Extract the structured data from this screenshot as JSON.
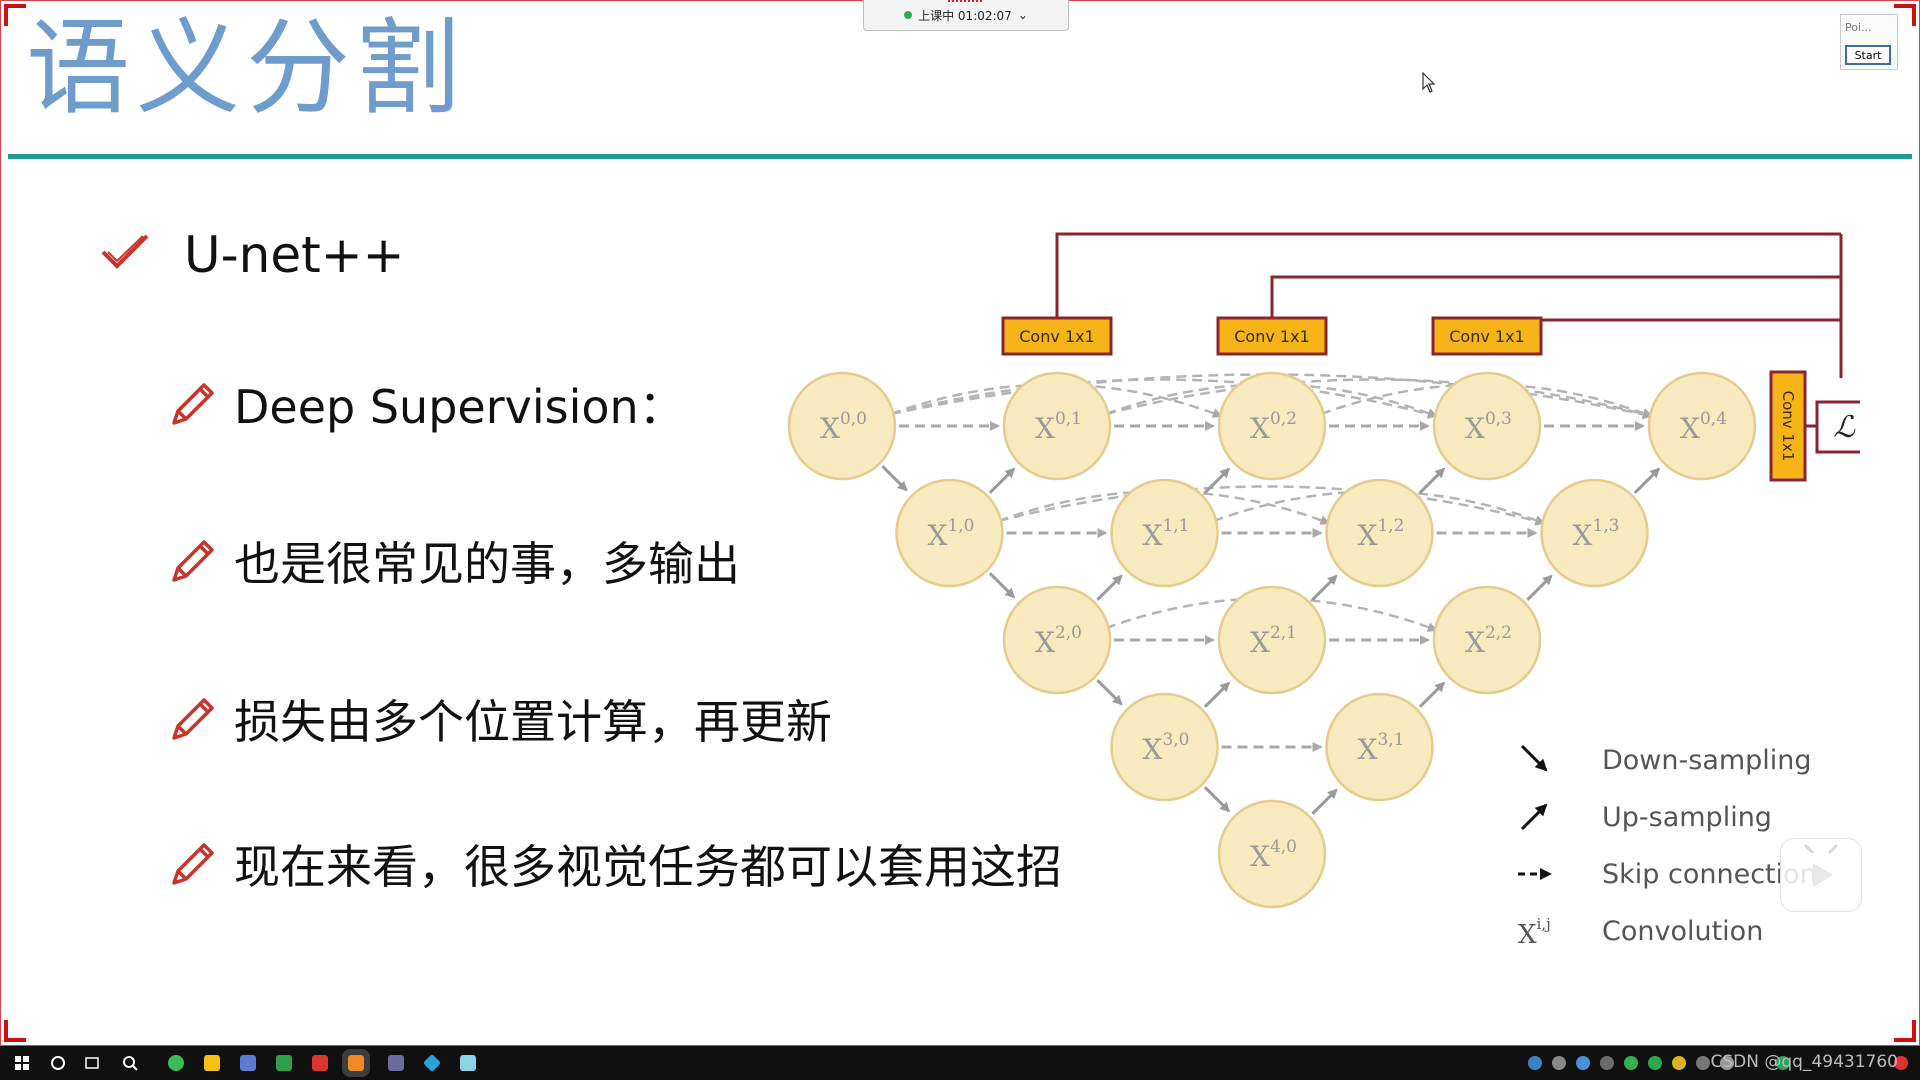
{
  "slide": {
    "title": "语义分割",
    "heading": "U-net++",
    "bullets": [
      "Deep Supervision：",
      "也是很常见的事，多输出",
      "损失由多个位置计算，再更新",
      "现在来看，很多视觉任务都可以套用这招"
    ]
  },
  "status": {
    "text": "上课中 01:02:07"
  },
  "mini_panel": {
    "label": "Poi...",
    "button": "Start"
  },
  "diagram": {
    "conv_label": "Conv 1x1",
    "loss_symbol": "ℒ",
    "nodes": [
      {
        "id": "0,0",
        "i": 0,
        "j": 0
      },
      {
        "id": "0,1",
        "i": 0,
        "j": 1
      },
      {
        "id": "0,2",
        "i": 0,
        "j": 2
      },
      {
        "id": "0,3",
        "i": 0,
        "j": 3
      },
      {
        "id": "0,4",
        "i": 0,
        "j": 4
      },
      {
        "id": "1,0",
        "i": 1,
        "j": 0
      },
      {
        "id": "1,1",
        "i": 1,
        "j": 1
      },
      {
        "id": "1,2",
        "i": 1,
        "j": 2
      },
      {
        "id": "1,3",
        "i": 1,
        "j": 3
      },
      {
        "id": "2,0",
        "i": 2,
        "j": 0
      },
      {
        "id": "2,1",
        "i": 2,
        "j": 1
      },
      {
        "id": "2,2",
        "i": 2,
        "j": 2
      },
      {
        "id": "3,0",
        "i": 3,
        "j": 0
      },
      {
        "id": "3,1",
        "i": 3,
        "j": 1
      },
      {
        "id": "4,0",
        "i": 4,
        "j": 0
      }
    ],
    "legend": [
      {
        "key": "down",
        "label": "Down-sampling"
      },
      {
        "key": "up",
        "label": "Up-sampling"
      },
      {
        "key": "skip",
        "label": "Skip connection"
      },
      {
        "key": "conv",
        "label": "Convolution",
        "symbol": "X",
        "sup": "i,j"
      }
    ]
  },
  "watermark": "CSDN @qq_49431760",
  "colors": {
    "title": "#6e9ccd",
    "rule": "#1e9a9a",
    "node_fill": "#f8e9bf",
    "conv_fill": "#f6b418",
    "frame": "#8a2433",
    "pencil": "#c8332a"
  }
}
